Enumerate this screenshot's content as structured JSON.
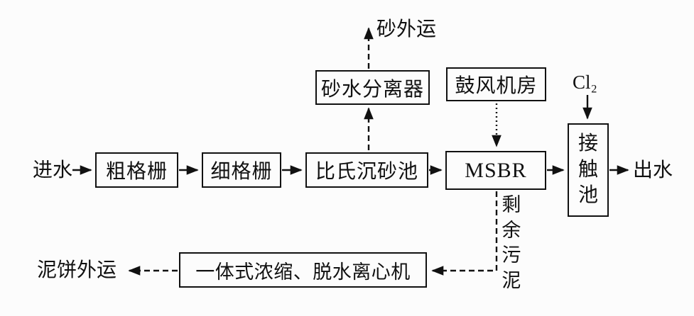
{
  "diagram": {
    "nodes": {
      "influent": "进水",
      "coarse_screen": "粗格栅",
      "fine_screen": "细格栅",
      "grit_chamber": "比氏沉砂池",
      "msbr": "MSBR",
      "contact_tank": "接触池",
      "effluent": "出水",
      "sand_water_separator": "砂水分离器",
      "blower_room": "鼓风机房",
      "centrifuge": "一体式浓缩、脱水离心机"
    },
    "labels": {
      "sand_hauled_out": "砂外运",
      "chlorine": "Cl₂",
      "excess_sludge": "剩余污泥",
      "sludge_cake_out": "泥饼外运"
    },
    "colors": {
      "line": "#111111",
      "box_border": "#111111",
      "text": "#111111",
      "background": "#fcfcfc"
    }
  }
}
